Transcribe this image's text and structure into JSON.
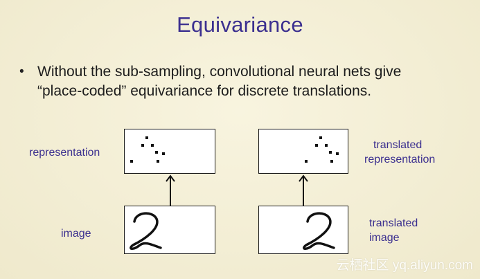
{
  "slide": {
    "title": "Equivariance",
    "bullet": {
      "marker": "•",
      "line1": "Without the sub-sampling, convolutional neural nets give",
      "line2": "“place-coded”  equivariance for discrete translations."
    }
  },
  "diagram": {
    "left_labels": {
      "representation": "representation",
      "image": "image"
    },
    "right_labels": {
      "representation_line1": "translated",
      "representation_line2": "representation",
      "image_line1": "translated",
      "image_line2": "image"
    },
    "digit_glyph": "2"
  },
  "watermark": "云栖社区 yq.aliyun.com",
  "colors": {
    "title": "#3b2f8f",
    "labels": "#3b2f8f",
    "background": "#f4efd6"
  }
}
